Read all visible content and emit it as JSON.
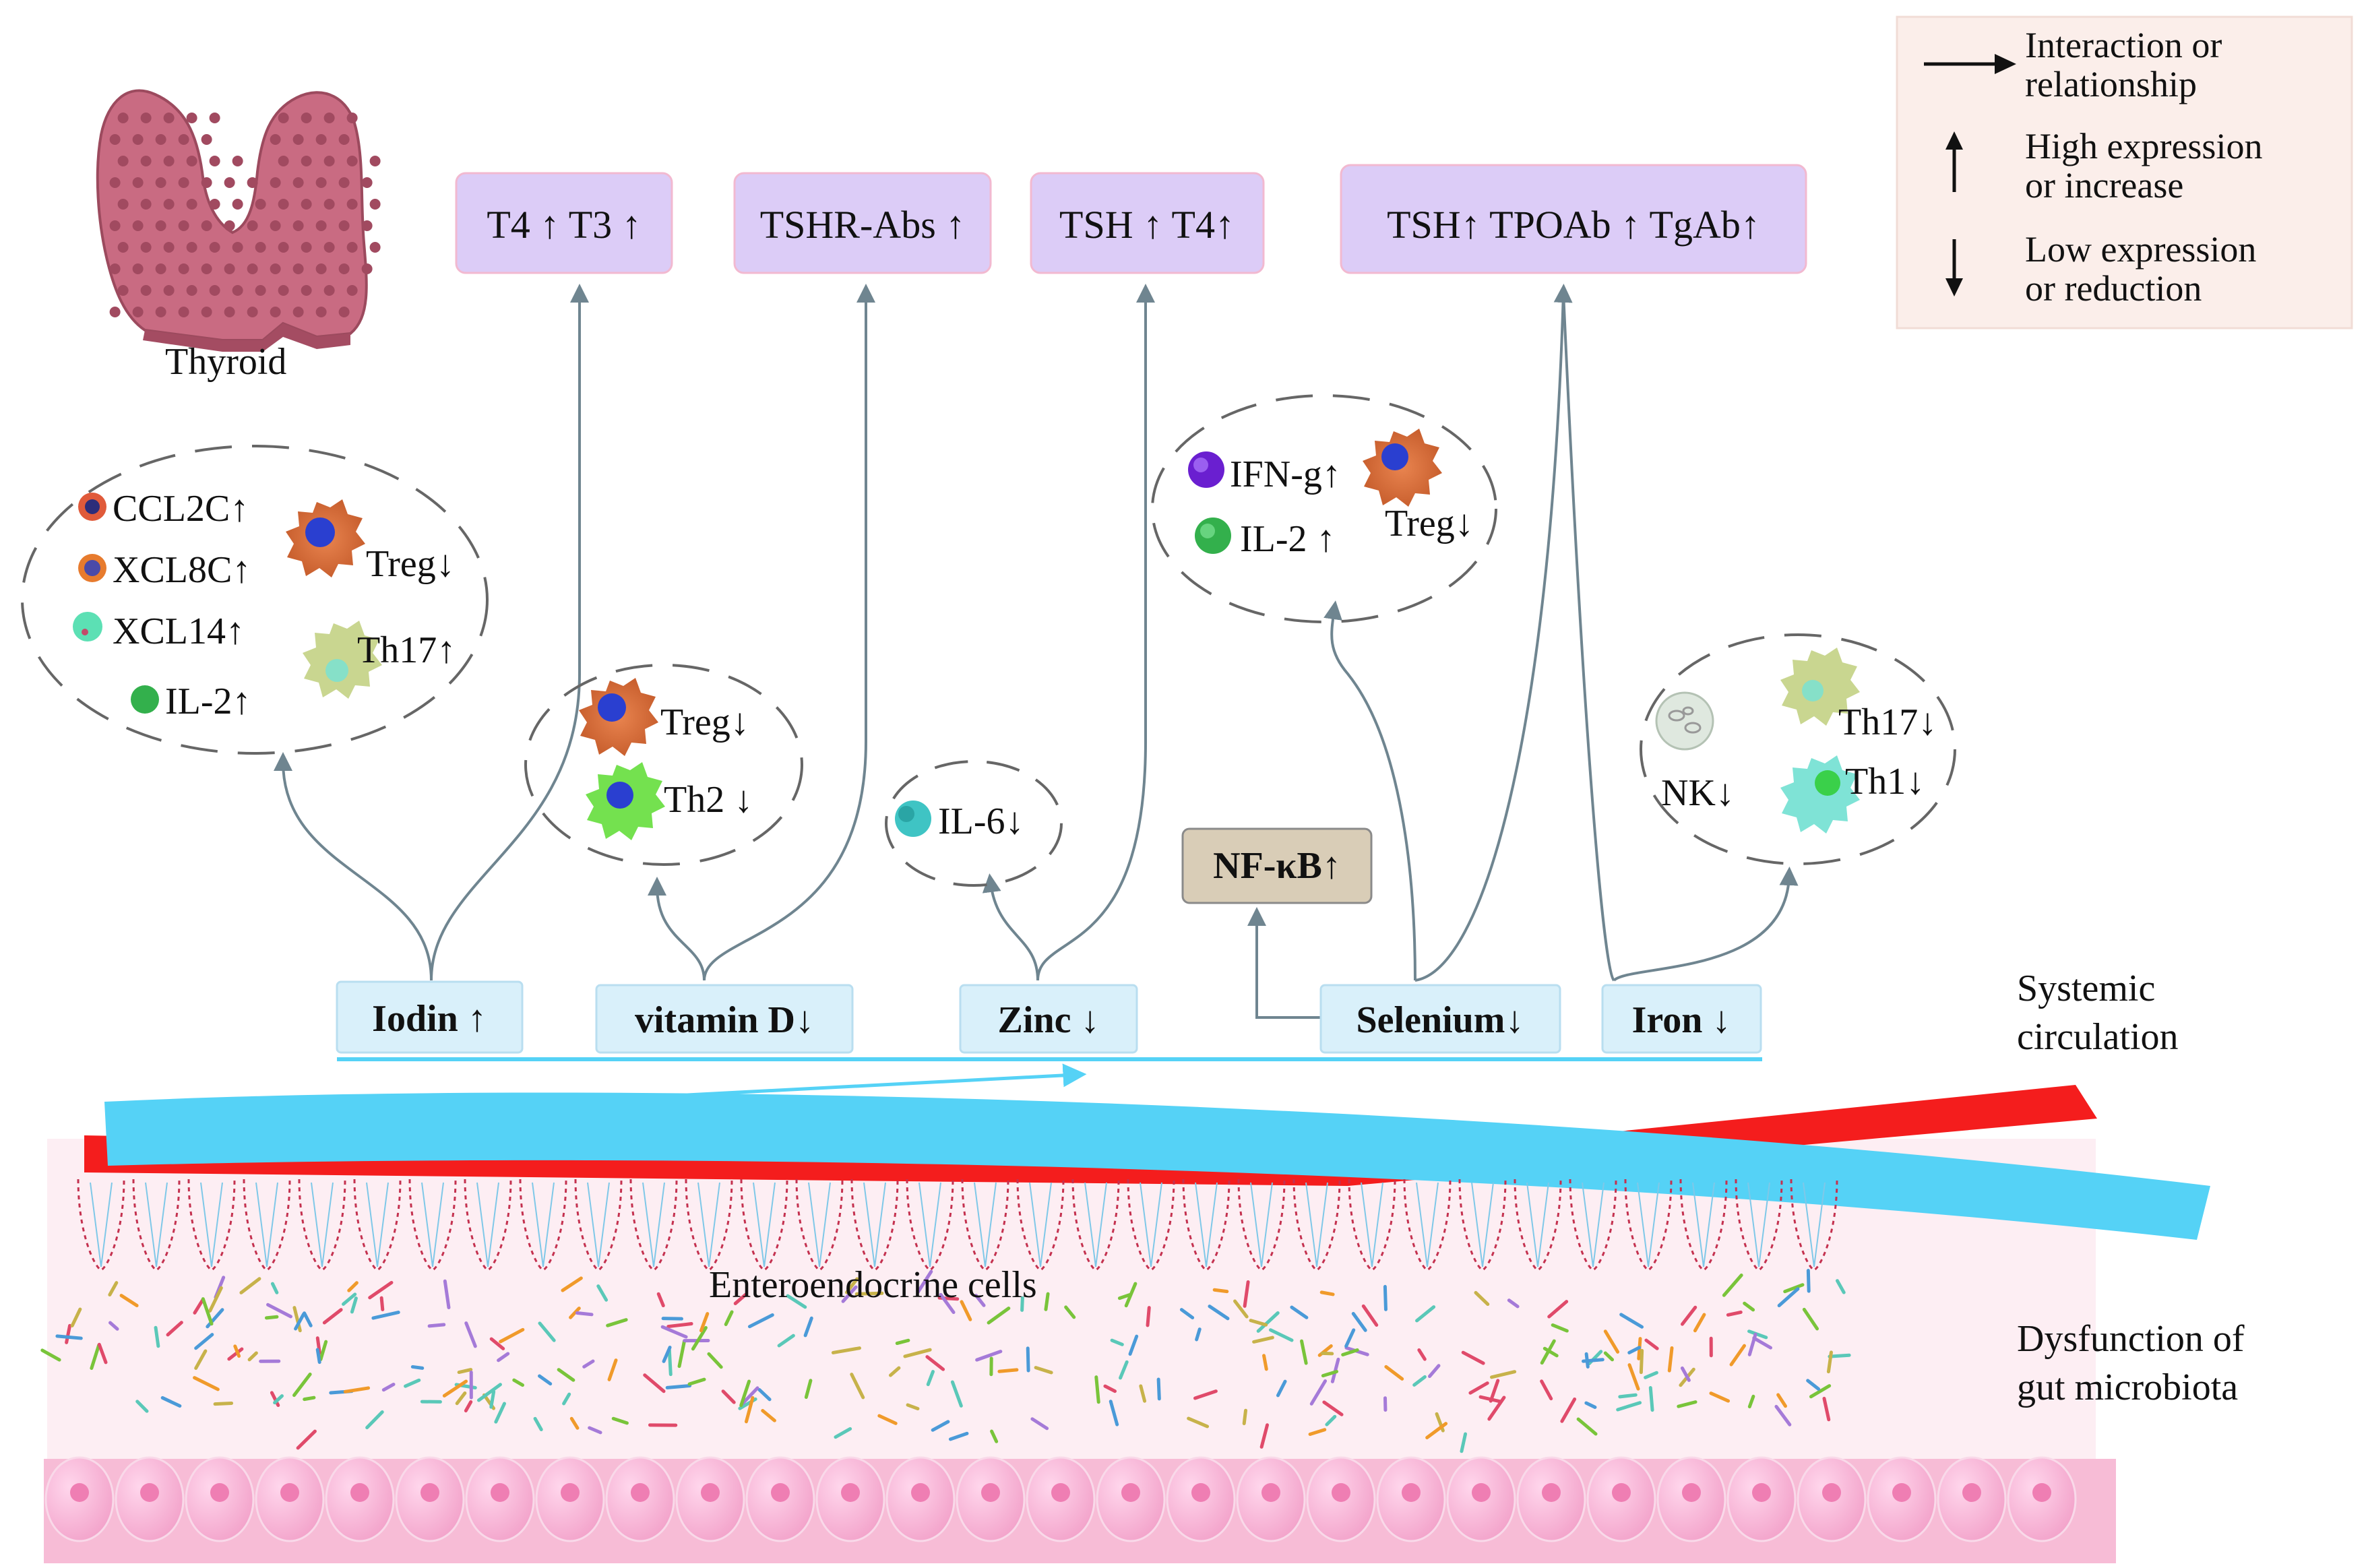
{
  "legend": {
    "interaction": "Interaction or relationship",
    "high": "High expression or increase",
    "low": "Low expression or reduction"
  },
  "thyroid": {
    "label": "Thyroid"
  },
  "hormone_boxes": [
    {
      "text": "T4 ↑  T3 ↑"
    },
    {
      "text": "TSHR-Abs ↑"
    },
    {
      "text": "TSH ↑  T4↑"
    },
    {
      "text": "TSH↑  TPOAb ↑ TgAb↑"
    }
  ],
  "nutrients": [
    {
      "text": "Iodin  ↑"
    },
    {
      "text": "vitamin D↓"
    },
    {
      "text": "Zinc ↓"
    },
    {
      "text": "Selenium↓"
    },
    {
      "text": "Iron ↓"
    }
  ],
  "nfkb": {
    "text": "NF-κB↑"
  },
  "iodine_group": {
    "ccl2c": "CCL2C↑",
    "xcl8c": "XCL8C↑",
    "xcl14": "XCL14↑",
    "il2": "IL-2↑",
    "treg": "Treg↓",
    "th17": "Th17↑"
  },
  "vitd_group": {
    "treg": "Treg↓",
    "th2": "Th2 ↓"
  },
  "zinc_group": {
    "il6": "IL-6↓"
  },
  "selenium_group": {
    "ifng": "IFN-g↑",
    "il2": "IL-2 ↑",
    "treg": "Treg↓"
  },
  "iron_group": {
    "nk": "NK↓",
    "th17": "Th17↓",
    "th1": "Th1↓"
  },
  "side_labels": {
    "systemic": "Systemic circulation",
    "dysfunction": "Dysfunction of gut microbiota"
  },
  "gut": {
    "enteroendocrine": "Enteroendocrine cells"
  },
  "colors": {
    "hormone_box": "#dcccf7",
    "nutrient_box": "#d9f0fa",
    "nfkb_box": "#d9cdb7",
    "legend_bg": "#fbeeea",
    "blood_blue": "#55d2f6",
    "blood_red": "#f41d1d",
    "arrow_grey": "#6f8590",
    "treg": "#d9703f",
    "th17": "#c7d390",
    "th2": "#74e14f",
    "th1": "#7fe3d6"
  }
}
